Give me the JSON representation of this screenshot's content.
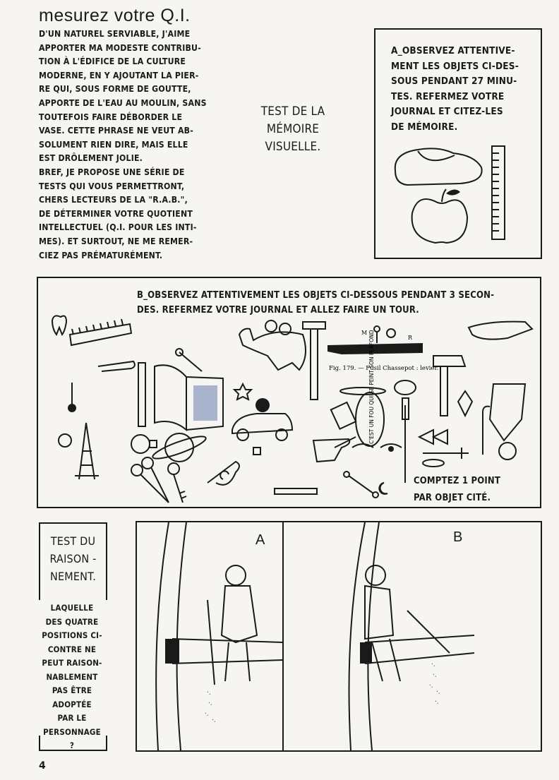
{
  "header": {
    "title": "mesurez votre Q.I."
  },
  "intro": {
    "lines": [
      "D'UN NATUREL SERVIABLE, J'AIME",
      "APPORTER MA MODESTE CONTRIBU-",
      "TION À L'ÉDIFICE DE LA CULTURE",
      "MODERNE, EN Y AJOUTANT LA PIER-",
      "RE QUI, SOUS FORME DE GOUTTE,",
      "APPORTE DE L'EAU AU MOULIN, SANS",
      "TOUTEFOIS FAIRE DÉBORDER LE",
      "VASE. CETTE PHRASE NE VEUT AB-",
      "SOLUMENT RIEN DIRE, MAIS ELLE",
      "EST DRÔLEMENT JOLIE.",
      "BREF, JE PROPOSE UNE SÉRIE DE",
      "TESTS QUI VOUS PERMETTRONT,",
      "CHERS LECTEURS DE LA \"R.A.B.\",",
      "DE DÉTERMINER VOTRE QUOTIENT",
      "INTELLECTUEL (Q.I. POUR LES INTI-",
      "MES). ET SURTOUT, NE ME REMER-",
      "CIEZ PAS PRÉMATURÉMENT."
    ]
  },
  "memory_test": {
    "title_lines": [
      "TEST DE LA",
      "MÉMOIRE",
      "VISUELLE."
    ]
  },
  "panel_a": {
    "lines": [
      "A_OBSERVEZ ATTENTIVE-",
      "MENT LES OBJETS CI-DES-",
      "SOUS PENDANT 27 MINU-",
      "TES. REFERMEZ VOTRE",
      "JOURNAL ET CITEZ-LES",
      "DE MÉMOIRE."
    ]
  },
  "panel_b": {
    "lines": [
      "B_OBSERVEZ ATTENTIVEMENT LES OBJETS CI-DESSOUS PENDANT 3 SECON-",
      "DES. REFERMEZ VOTRE JOURNAL ET ALLEZ FAIRE UN TOUR."
    ],
    "figure_caption": "Fig. 179. — Fusil Chassepot : levier.",
    "figure_labels": [
      "M",
      "R"
    ],
    "bubble": "C'EST UN FOU QUI SE PEINT SON PLAFOND",
    "caption_lines": [
      "COMPTEZ 1 POINT",
      "PAR OBJET CITÉ."
    ]
  },
  "reasoning_test": {
    "title_lines": [
      "TEST DU",
      "RAISON -",
      "NEMENT."
    ],
    "question_lines": [
      "LAQUELLE",
      "DES QUATRE",
      "POSITIONS CI-",
      "CONTRE NE",
      "PEUT RAISON-",
      "NABLEMENT",
      "PAS ÊTRE",
      "ADOPTÉE",
      "PAR LE",
      "PERSONNAGE",
      "?"
    ],
    "panels": [
      {
        "label": "A"
      },
      {
        "label": "B"
      }
    ]
  },
  "footer": {
    "page_number": "4"
  }
}
